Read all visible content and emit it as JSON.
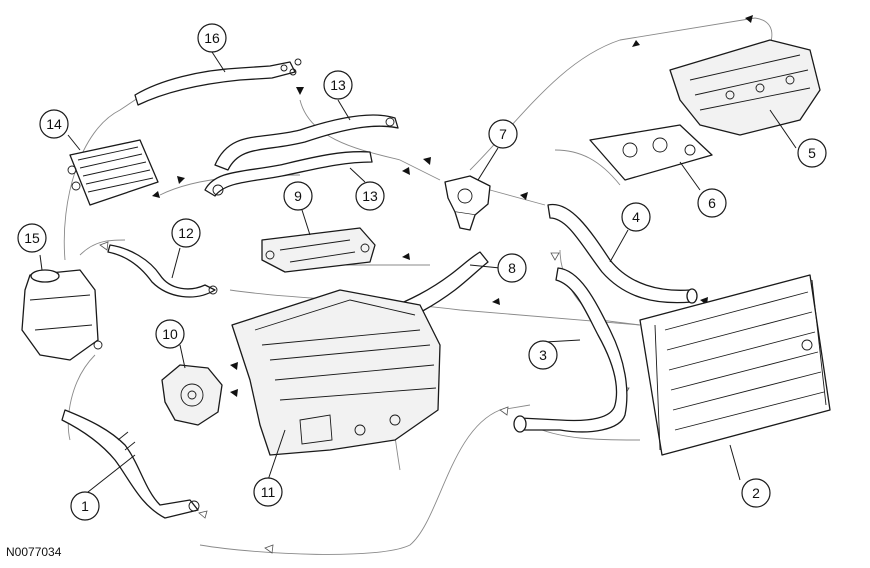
{
  "figure_id": "N0077034",
  "callouts": [
    {
      "number": "1"
    },
    {
      "number": "2"
    },
    {
      "number": "3"
    },
    {
      "number": "4"
    },
    {
      "number": "5"
    },
    {
      "number": "6"
    },
    {
      "number": "7"
    },
    {
      "number": "8"
    },
    {
      "number": "9"
    },
    {
      "number": "10"
    },
    {
      "number": "11"
    },
    {
      "number": "12"
    },
    {
      "number": "13"
    },
    {
      "number": "13"
    },
    {
      "number": "14"
    },
    {
      "number": "15"
    },
    {
      "number": "16"
    }
  ],
  "legend_colors": {
    "line_art": "#1a1a1a",
    "coolant_flow_path": "#8a8a8a",
    "hot_flow_arrow": "#111111",
    "return_flow_arrow": "#ffffff"
  }
}
